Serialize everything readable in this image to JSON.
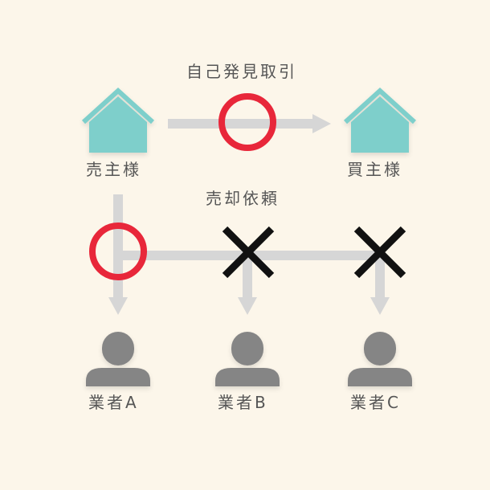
{
  "colors": {
    "background": "#fcf6ea",
    "house": "#7ecfcb",
    "arrow": "#d6d6d6",
    "circle": "#e8273a",
    "cross": "#111111",
    "person": "#858585",
    "text": "#555555"
  },
  "labels": {
    "self_discovery_deal": "自己発見取引",
    "sale_request": "売却依頼",
    "seller": "売主様",
    "buyer": "買主様",
    "agent_a": "業者A",
    "agent_b": "業者B",
    "agent_c": "業者C"
  },
  "marks": {
    "self_discovery_path": "circle",
    "agent_a_path": "circle",
    "agent_b_path": "cross",
    "agent_c_path": "cross"
  },
  "icons": {
    "seller": "house-icon",
    "buyer": "house-icon",
    "agent": "person-icon"
  }
}
